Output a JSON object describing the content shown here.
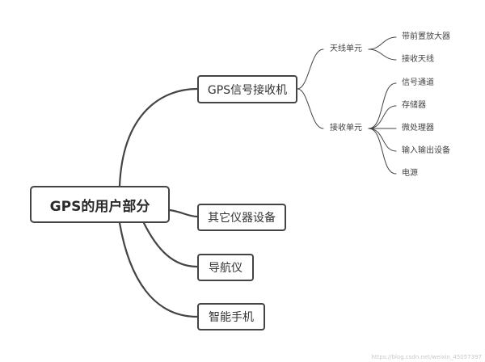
{
  "root": {
    "label": "GPS的用户部分"
  },
  "branches": {
    "receiver": "GPS信号接收机",
    "other": "其它仪器设备",
    "nav": "导航仪",
    "phone": "智能手机"
  },
  "receiver_children": {
    "antenna_unit": "天线单元",
    "receive_unit": "接收单元"
  },
  "antenna_children": [
    "带前置放大器",
    "接收天线"
  ],
  "receive_children": [
    "信号通道",
    "存储器",
    "微处理器",
    "输入输出设备",
    "电源"
  ],
  "watermark": "https://blog.csdn.net/weixin_45057397",
  "colors": {
    "line": "#444444",
    "border": "#444444",
    "text": "#333333",
    "background": "#ffffff"
  }
}
